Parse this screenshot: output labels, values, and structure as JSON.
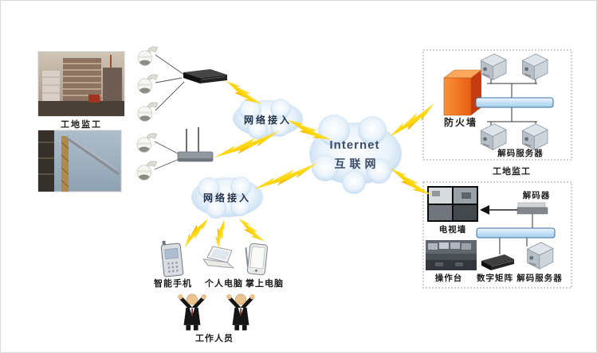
{
  "site": {
    "photo1_caption": "工地监工"
  },
  "clouds": {
    "access1": "网络接入",
    "access2": "网络接入",
    "internet_en": "Internet",
    "internet_zh": "互联网"
  },
  "monitor_center_top": {
    "firewall": "防火墙",
    "servers": "解码服务器",
    "caption": "工地监工"
  },
  "monitor_center_bottom": {
    "decoder": "解码器",
    "tv_wall": "电视墙",
    "console": "操作台",
    "matrix": "数字矩阵",
    "server": "解码服务器"
  },
  "clients": {
    "phone": "智能手机",
    "pc": "个人电脑",
    "pda": "掌上电脑",
    "workers": "工作人员"
  },
  "icons": {
    "camera": "dome-camera-icon",
    "switch": "network-switch-icon",
    "router": "wireless-router-icon",
    "bolt": "lightning-link-icon",
    "firewall": "firewall-icon",
    "server": "server-icon",
    "phone": "smartphone-icon",
    "laptop": "laptop-icon",
    "pda": "pda-icon",
    "worker": "worker-icon"
  },
  "colors": {
    "bolt": "#FFD400",
    "firewall_front": "#F26F1D",
    "bus_fill": "#BFE0F5",
    "bus_border": "#3E6F9E",
    "cloud_edge": "#B5D2EC",
    "cloud_text": "#3C4C66",
    "label_text": "#1C1C1C"
  }
}
